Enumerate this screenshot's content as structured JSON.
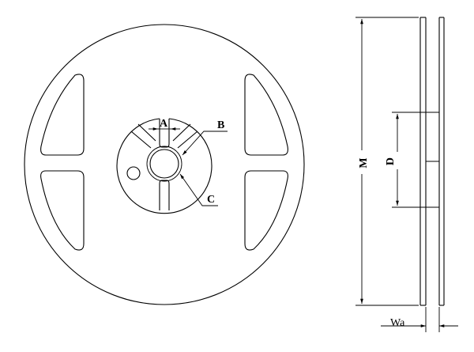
{
  "labels": {
    "a": "A",
    "b": "B",
    "c": "C",
    "d": "D",
    "m": "M",
    "wa": "Wa"
  }
}
